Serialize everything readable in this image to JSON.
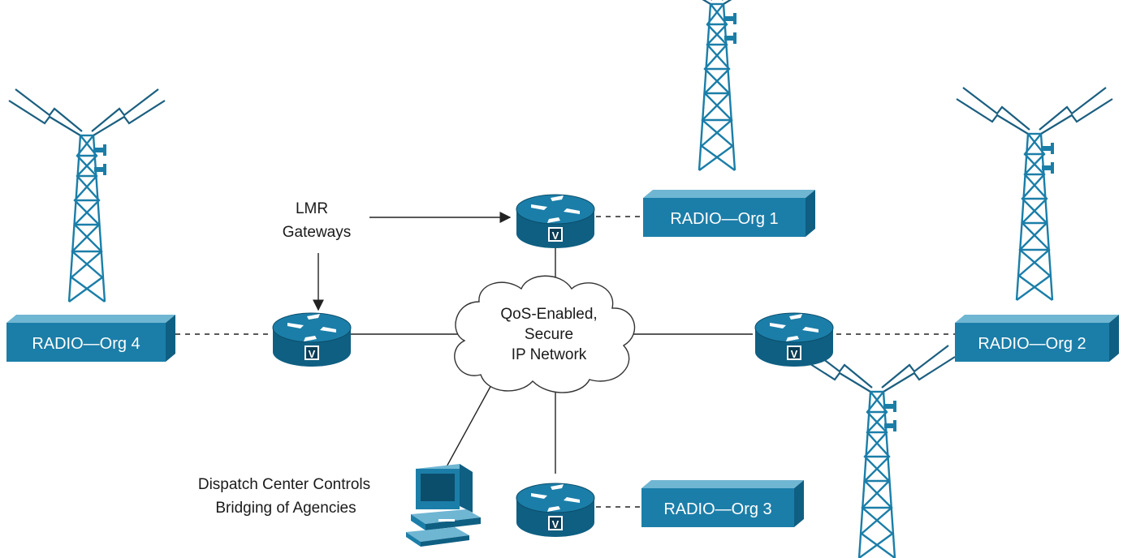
{
  "diagram": {
    "cloud": {
      "line1": "QoS-Enabled,",
      "line2": "Secure",
      "line3": "IP Network"
    },
    "gateway_annotation": {
      "line1": "LMR",
      "line2": "Gateways"
    },
    "dispatch_annotation": {
      "line1": "Dispatch Center Controls",
      "line2": "Bridging of Agencies"
    },
    "radios": [
      {
        "label": "RADIO—Org 1"
      },
      {
        "label": "RADIO—Org 2"
      },
      {
        "label": "RADIO—Org 3"
      },
      {
        "label": "RADIO—Org 4"
      }
    ],
    "router_badge": "V",
    "colors": {
      "device_fill": "#1b7ea8",
      "device_dark": "#0f5f82",
      "device_light": "#6fb6d3",
      "line": "#222222",
      "cloud_fill": "#ffffff"
    }
  }
}
